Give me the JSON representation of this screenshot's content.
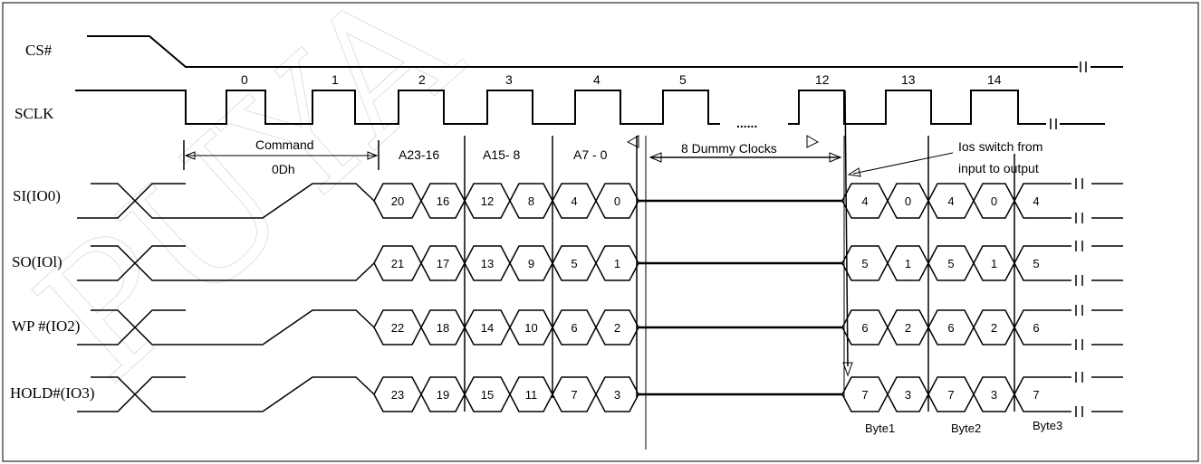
{
  "watermark": "PUYA",
  "signals": {
    "cs": "CS#",
    "sclk": "SCLK",
    "si": "SI(IO0)",
    "so": "SO(IOl)",
    "wp": "WP #(IO2)",
    "hold": "HOLD#(IO3)"
  },
  "clock_labels": [
    "0",
    "1",
    "2",
    "3",
    "4",
    "5",
    "12",
    "13",
    "14"
  ],
  "clock_gap": "......",
  "segments": {
    "command": "Command",
    "command_code": "0Dh",
    "a23_16": "A23-16",
    "a15_8": "A15- 8",
    "a7_0": "A7 - 0",
    "dummy": "8 Dummy Clocks"
  },
  "note": [
    "Ios switch from",
    "input to output"
  ],
  "address_bits": {
    "si": [
      "20",
      "16",
      "12",
      "8",
      "4",
      "0"
    ],
    "so": [
      "21",
      "17",
      "13",
      "9",
      "5",
      "1"
    ],
    "wp": [
      "22",
      "18",
      "14",
      "10",
      "6",
      "2"
    ],
    "hold": [
      "23",
      "19",
      "15",
      "11",
      "7",
      "3"
    ]
  },
  "data_bits": {
    "si": [
      "4",
      "0",
      "4",
      "0",
      "4"
    ],
    "so": [
      "5",
      "1",
      "5",
      "1",
      "5"
    ],
    "wp": [
      "6",
      "2",
      "6",
      "2",
      "6"
    ],
    "hold": [
      "7",
      "3",
      "7",
      "3",
      "7"
    ]
  },
  "bytes": [
    "Byte1",
    "Byte2",
    "Byte3"
  ]
}
